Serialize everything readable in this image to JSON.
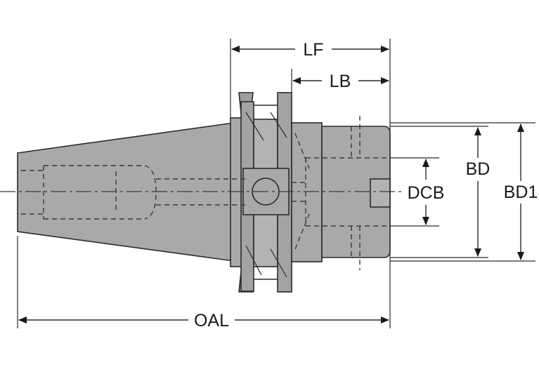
{
  "dimensions": {
    "lf": "LF",
    "lb": "LB",
    "bd": "BD",
    "dcb": "DCB",
    "bd1": "BD1",
    "oal": "OAL"
  },
  "colors": {
    "body_fill": "#a9a9a9",
    "flange_fill": "#9e9e9e",
    "line": "#2b2b2b",
    "background": "#ffffff"
  }
}
